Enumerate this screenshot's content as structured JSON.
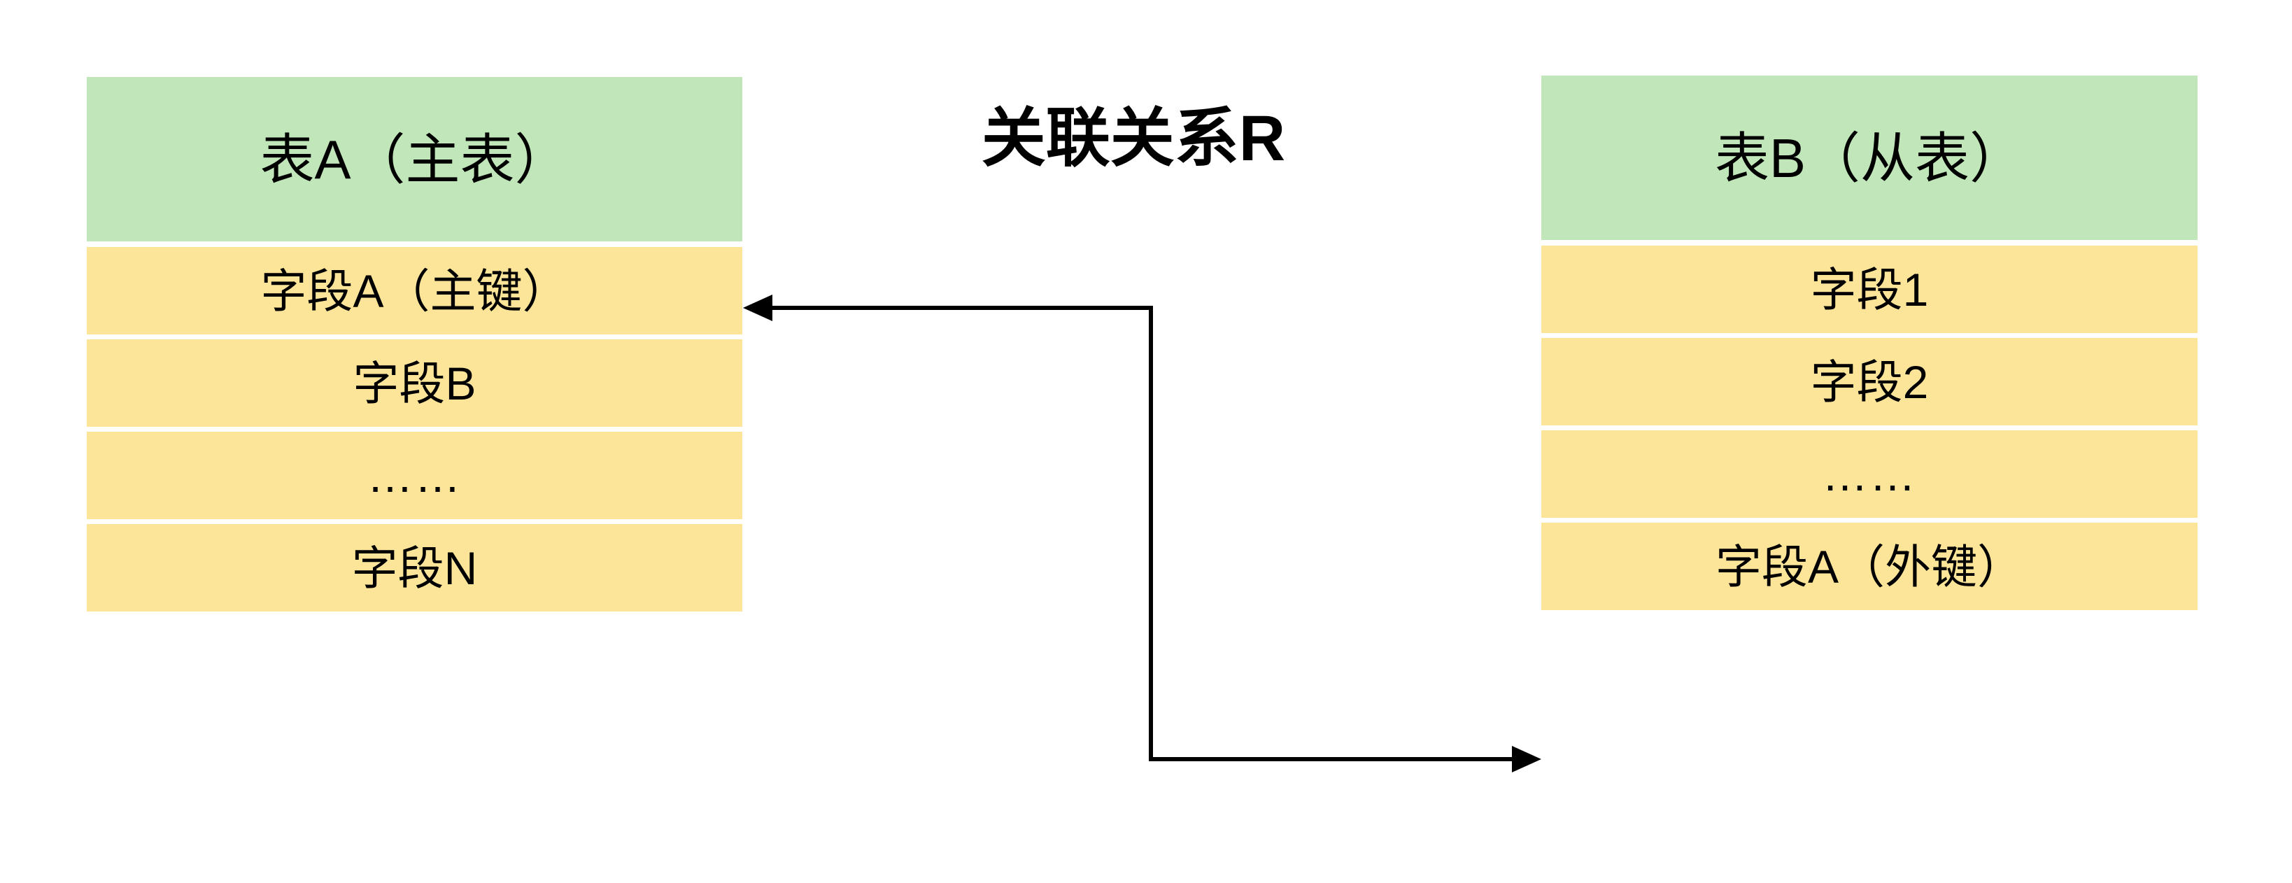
{
  "diagram": {
    "title": "关联关系R",
    "colors": {
      "header_green": "#c0e6b9",
      "row_yellow": "#fce599",
      "line_black": "#000000",
      "background": "#ffffff"
    },
    "tables": [
      {
        "id": "table-a",
        "header": "表A（主表）",
        "rows": [
          "字段A（主键）",
          "字段B",
          "……",
          "字段N"
        ]
      },
      {
        "id": "table-b",
        "header": "表B（从表）",
        "rows": [
          "字段1",
          "字段2",
          "……",
          "字段A（外键）"
        ]
      }
    ],
    "connector": {
      "label": "关联关系R",
      "from": "表B.字段A（外键）",
      "to": "表A.字段A（主键）",
      "arrow_heads": "both-ends"
    }
  }
}
